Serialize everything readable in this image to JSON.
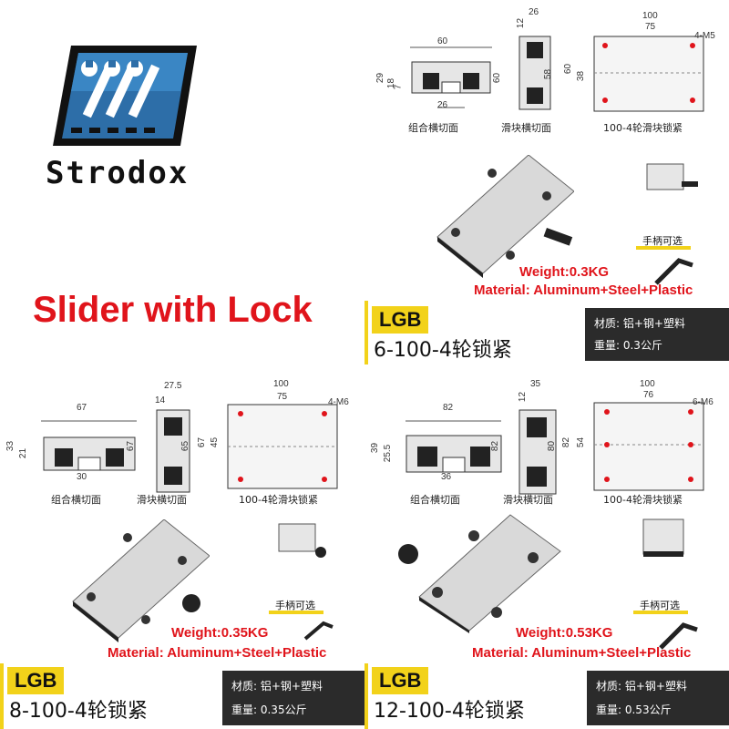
{
  "brand": {
    "name": "Strodox"
  },
  "headline": "Slider with Lock",
  "products": [
    {
      "code": "LGB",
      "model": "6-100-4轮锁紧",
      "weight": "Weight:0.3KG",
      "material": "Material: Aluminum+Steel+Plastic",
      "spec_material": "材质: 铝+钢+塑料",
      "spec_weight": "重量: 0.3公斤",
      "handle_note": "手柄可选",
      "captions": [
        "组合横切面",
        "滑块横切面",
        "100-4轮滑块锁紧"
      ],
      "dims": {
        "width": "60",
        "height": "29",
        "h2": "18",
        "h3": "7",
        "base": "26",
        "slider_w": "26",
        "slider_t": "12",
        "slider_h": "60",
        "slider_h2": "58",
        "plate_w": "100",
        "plate_hole": "75",
        "plate_h": "60",
        "plate_hole_h": "38",
        "screw": "4-M5"
      }
    },
    {
      "code": "LGB",
      "model": "8-100-4轮锁紧",
      "weight": "Weight:0.35KG",
      "material": "Material: Aluminum+Steel+Plastic",
      "spec_material": "材质: 铝+钢+塑料",
      "spec_weight": "重量: 0.35公斤",
      "handle_note": "手柄可选",
      "captions": [
        "组合横切面",
        "滑块横切面",
        "100-4轮滑块锁紧"
      ],
      "dims": {
        "width": "67",
        "height": "33",
        "h2": "21",
        "base": "30",
        "slider_w": "27.5",
        "slider_t": "14",
        "slider_h": "67",
        "slider_h2": "65",
        "plate_w": "100",
        "plate_hole": "75",
        "plate_h": "67",
        "plate_hole_h": "45",
        "screw": "4-M6"
      }
    },
    {
      "code": "LGB",
      "model": "12-100-4轮锁紧",
      "weight": "Weight:0.53KG",
      "material": "Material: Aluminum+Steel+Plastic",
      "spec_material": "材质: 铝+钢+塑料",
      "spec_weight": "重量: 0.53公斤",
      "handle_note": "手柄可选",
      "captions": [
        "组合横切面",
        "滑块横切面",
        "100-4轮滑块锁紧"
      ],
      "dims": {
        "width": "82",
        "height": "39",
        "h2": "25.5",
        "base": "36",
        "slider_w": "35",
        "slider_t": "12",
        "slider_h": "82",
        "slider_h2": "80",
        "plate_w": "100",
        "plate_hole": "76",
        "plate_h": "82",
        "plate_hole_h": "54",
        "screw": "6-M6"
      }
    }
  ],
  "colors": {
    "accent_red": "#e0141b",
    "label_yellow": "#f2d21a",
    "spec_bg": "#2b2b2b",
    "logo_blue": "#2d6ea8"
  }
}
